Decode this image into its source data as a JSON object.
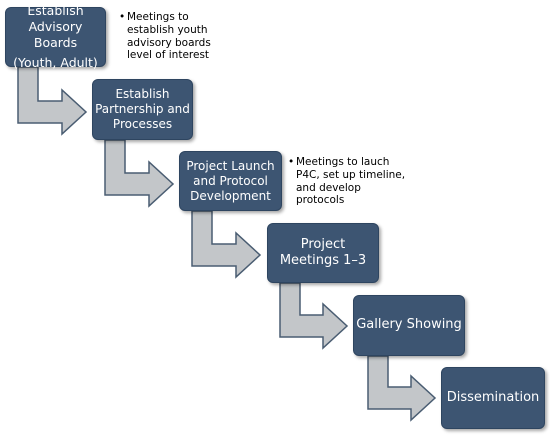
{
  "steps": [
    {
      "lines": [
        "Establish",
        "Advisory Boards",
        "(Youth, Adult)"
      ]
    },
    {
      "lines": [
        "Establish",
        "Partnership and",
        "Processes"
      ]
    },
    {
      "lines": [
        "Project Launch",
        "and Protocol",
        "Development"
      ]
    },
    {
      "lines": [
        "Project",
        "Meetings 1–3"
      ]
    },
    {
      "lines": [
        "Gallery Showing"
      ]
    },
    {
      "lines": [
        "Dissemination"
      ]
    }
  ],
  "notes": [
    {
      "bullet": "•",
      "lines": [
        "Meetings to",
        "establish youth",
        "advisory boards",
        "level of interest"
      ]
    },
    {
      "bullet": "•",
      "lines": [
        "Meetings to lauch",
        "P4C, set up timeline,",
        "and develop",
        "protocols"
      ]
    }
  ],
  "colors": {
    "box_fill": "#3d5572",
    "box_text": "#ffffff",
    "arrow_fill": "#c3c6c9",
    "arrow_stroke": "#4a5d72"
  }
}
